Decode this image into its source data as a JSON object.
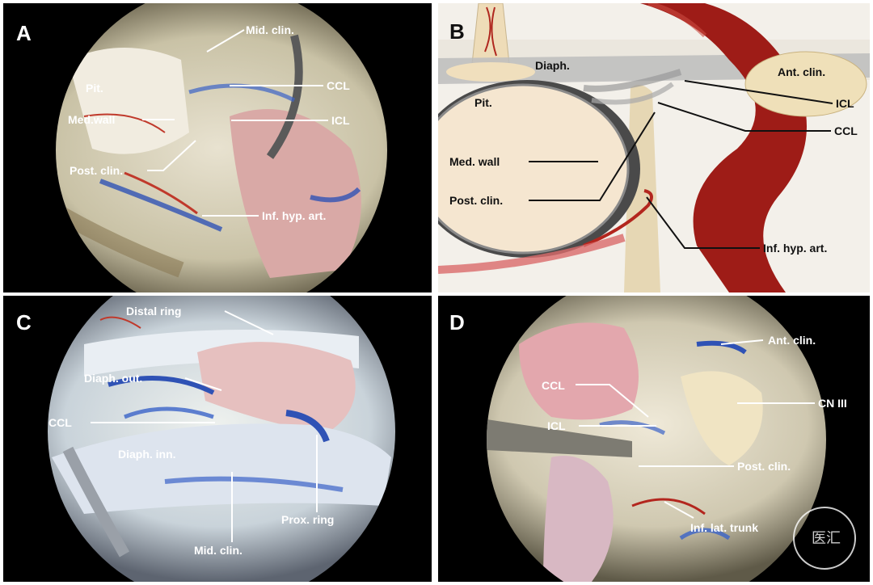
{
  "panels": {
    "A": {
      "letter": "A",
      "labels": {
        "mid_clin": "Mid. clin.",
        "pit": "Pit.",
        "ccl": "CCL",
        "med_wall": "Med.wall",
        "icl": "ICL",
        "post_clin": "Post. clin.",
        "inf_hyp_art": "Inf. hyp. art."
      }
    },
    "B": {
      "letter": "B",
      "labels": {
        "diaph": "Diaph.",
        "ant_clin": "Ant. clin.",
        "pit": "Pit.",
        "icl": "ICL",
        "ccl": "CCL",
        "med_wall": "Med. wall",
        "post_clin": "Post. clin.",
        "inf_hyp_art": "Inf. hyp. art."
      }
    },
    "C": {
      "letter": "C",
      "labels": {
        "distal_ring": "Distal ring",
        "diaph_out": "Diaph. out.",
        "ccl": "CCL",
        "diaph_inn": "Diaph. inn.",
        "prox_ring": "Prox. ring",
        "mid_clin": "Mid. clin."
      }
    },
    "D": {
      "letter": "D",
      "labels": {
        "ant_clin": "Ant. clin.",
        "ccl": "CCL",
        "cn3": "CN III",
        "icl": "ICL",
        "post_clin": "Post. clin.",
        "inf_lat_trunk": "Inf. lat. trunk"
      },
      "watermark": "医汇"
    }
  },
  "colors": {
    "dura_blue": "#3a63c8",
    "artery_red": "#a3201c",
    "pituitary": "#f3e4cc",
    "bone": "#e7d9b8",
    "tissue": "#e9e4d2"
  }
}
